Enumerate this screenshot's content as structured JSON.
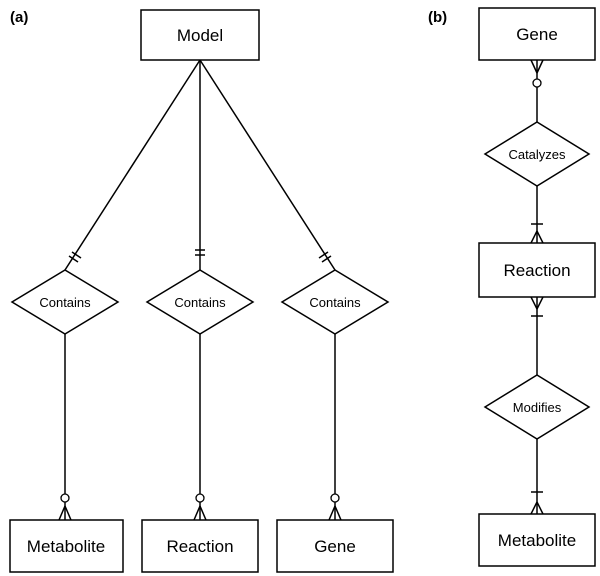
{
  "panels": {
    "a": {
      "label": "(a)"
    },
    "b": {
      "label": "(b)"
    }
  },
  "diagram_a": {
    "root_entity": "Model",
    "relationships": [
      "Contains",
      "Contains",
      "Contains"
    ],
    "child_entities": [
      "Metabolite",
      "Reaction",
      "Gene"
    ]
  },
  "diagram_b": {
    "entities": [
      "Gene",
      "Reaction",
      "Metabolite"
    ],
    "relationships": [
      "Catalyzes",
      "Modifies"
    ]
  }
}
